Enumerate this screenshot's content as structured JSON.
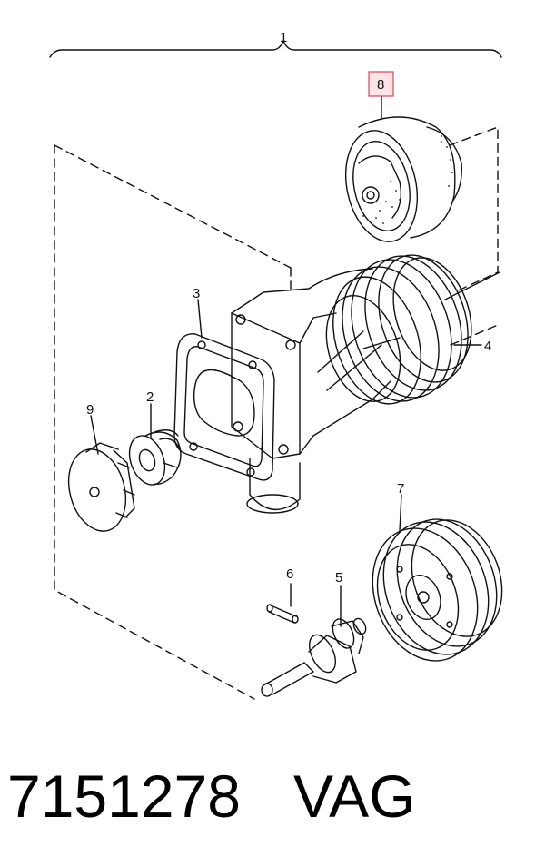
{
  "diagram": {
    "callouts": [
      {
        "id": "1",
        "label": "1"
      },
      {
        "id": "2",
        "label": "2"
      },
      {
        "id": "3",
        "label": "3"
      },
      {
        "id": "4",
        "label": "4"
      },
      {
        "id": "5",
        "label": "5"
      },
      {
        "id": "6",
        "label": "6"
      },
      {
        "id": "7",
        "label": "7"
      },
      {
        "id": "8",
        "label": "8",
        "highlighted": true
      },
      {
        "id": "9",
        "label": "9"
      }
    ],
    "highlight_color": "#d9475a"
  },
  "caption": {
    "part_number": "7151278",
    "brand": "VAG"
  }
}
